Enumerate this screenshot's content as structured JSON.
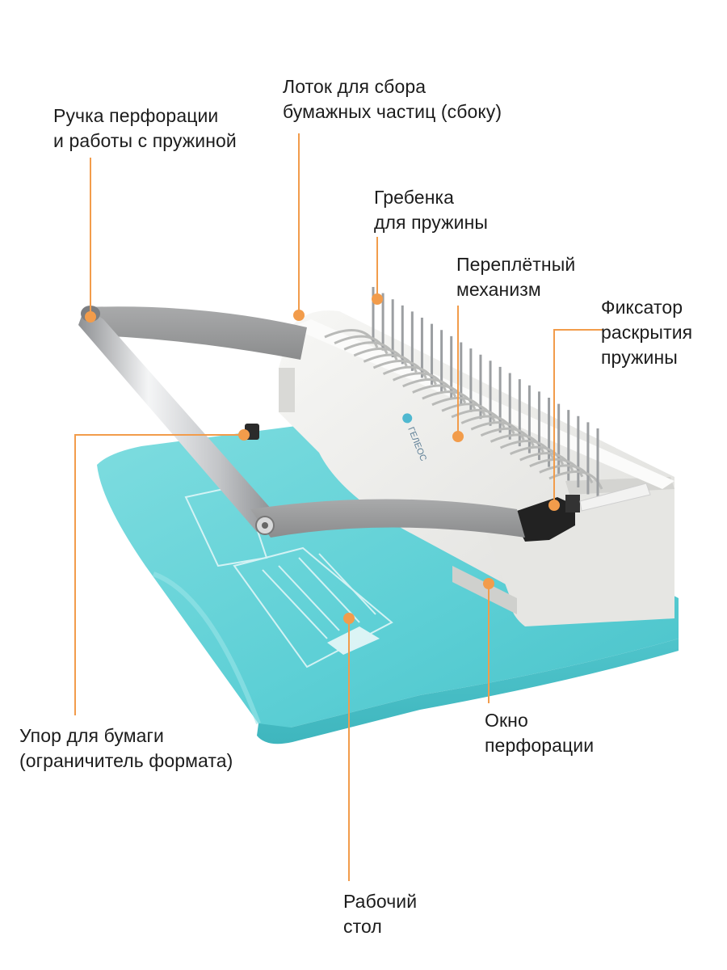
{
  "image": {
    "subject": "binding-machine-photo",
    "brand": "ГЕЛЕОС",
    "colors": {
      "background": "#ffffff",
      "accent_leader": "#f29c4b",
      "base_teal": "#5fcfd4",
      "body_white": "#eeeeec",
      "handle_grey": "#9a9b9c",
      "text": "#1c1c1c"
    }
  },
  "callouts": {
    "handle": {
      "line1": "Ручка перфорации",
      "line2": "и работы с пружиной"
    },
    "tray": {
      "line1": "Лоток для сбора",
      "line2": "бумажных частиц (сбоку)"
    },
    "comb": {
      "line1": "Гребенка",
      "line2": "для пружины"
    },
    "mechanism": {
      "line1": "Переплётный",
      "line2": "механизм"
    },
    "lock": {
      "line1": "Фиксатор",
      "line2": "раскрытия",
      "line3": "пружины"
    },
    "paper_stop": {
      "line1": "Упор для бумаги",
      "line2": "(ограничитель формата)"
    },
    "punch_window": {
      "line1": "Окно",
      "line2": "перфорации"
    },
    "work_table": {
      "line1": "Рабочий",
      "line2": "стол"
    }
  }
}
